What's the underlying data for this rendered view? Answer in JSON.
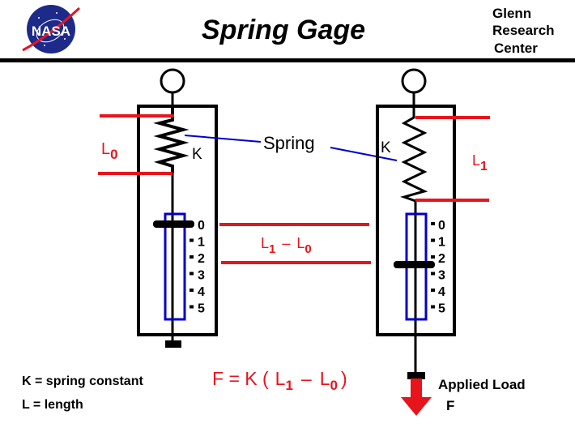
{
  "header": {
    "logo": "NASA",
    "title": "Spring  Gage",
    "org_lines": [
      "Glenn",
      "Research",
      "Center"
    ]
  },
  "diagram": {
    "spring_label": "Spring",
    "k_label": "K",
    "l0_label": {
      "base": "L",
      "sub": "0"
    },
    "l1_label": {
      "base": "L",
      "sub": "1"
    },
    "diff_label": {
      "a": "L",
      "a_sub": "1",
      "op": "–",
      "b": "L",
      "b_sub": "0"
    },
    "scale_ticks": [
      "0",
      "1",
      "2",
      "3",
      "4",
      "5"
    ],
    "unloaded_pointer_reading": 0,
    "loaded_pointer_reading": 2.5
  },
  "legend": {
    "k_def": "K =  spring  constant",
    "l_def": "L =  length"
  },
  "formula": {
    "lhs": "F =  K (",
    "a": "L",
    "a_sub": "1",
    "op": "–",
    "b": "L",
    "b_sub": "0",
    "close": ")"
  },
  "load": {
    "label": "Applied Load",
    "symbol": "F"
  },
  "colors": {
    "red": "#e8141c",
    "blue": "#0000c8",
    "black": "#000000",
    "nasa_blue": "#1d2a8a"
  }
}
